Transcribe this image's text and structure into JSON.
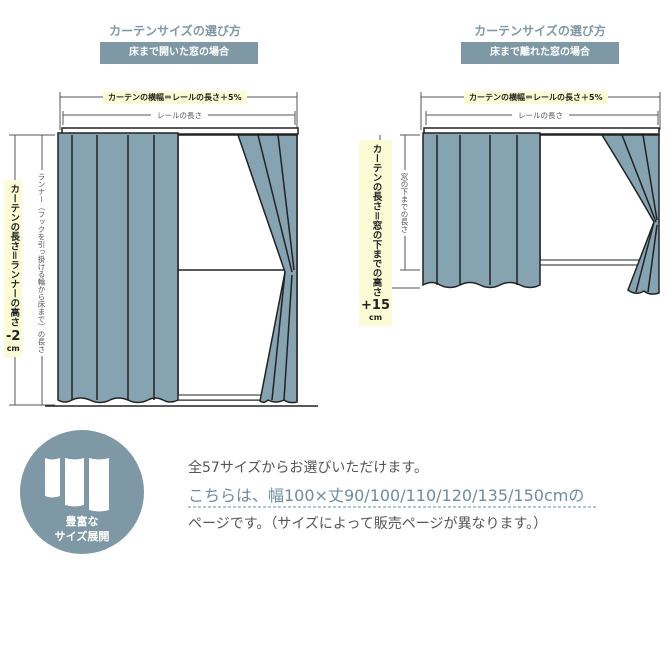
{
  "left": {
    "title": "カーテンサイズの選び方",
    "subtitle": "床まで開いた窓の場合",
    "width_label": "カーテンの横幅＝レールの長さ＋5%",
    "rail_label": "レールの長さ",
    "height_label": "カーテンの長さ＝ランナーの高さ",
    "height_adjust": "-2",
    "height_unit": "cm",
    "measure_label": "ランナー（フックを引っ掛ける輪から床まで）の長さ"
  },
  "right": {
    "title": "カーテンサイズの選び方",
    "subtitle": "床まで離れた窓の場合",
    "width_label": "カーテンの横幅＝レールの長さ＋5%",
    "rail_label": "レールの長さ",
    "height_label_1": "カーテンの長さ",
    "height_label_2": "＝窓の下までの高さ",
    "height_adjust": "+15",
    "height_unit": "cm",
    "measure_label": "窓の下までの長さ"
  },
  "badge": {
    "line1": "豊富な",
    "line2": "サイズ展開"
  },
  "info": {
    "line1": "全57サイズからお選びいただけます。",
    "line2": "こちらは、幅100×丈90/100/110/120/135/150cmの",
    "line3": "ページです。（サイズによって販売ページが異なります。）"
  },
  "colors": {
    "curtain": "#86a3b2",
    "accent": "#7f98a6",
    "label_bg": "#fbfbd6"
  }
}
